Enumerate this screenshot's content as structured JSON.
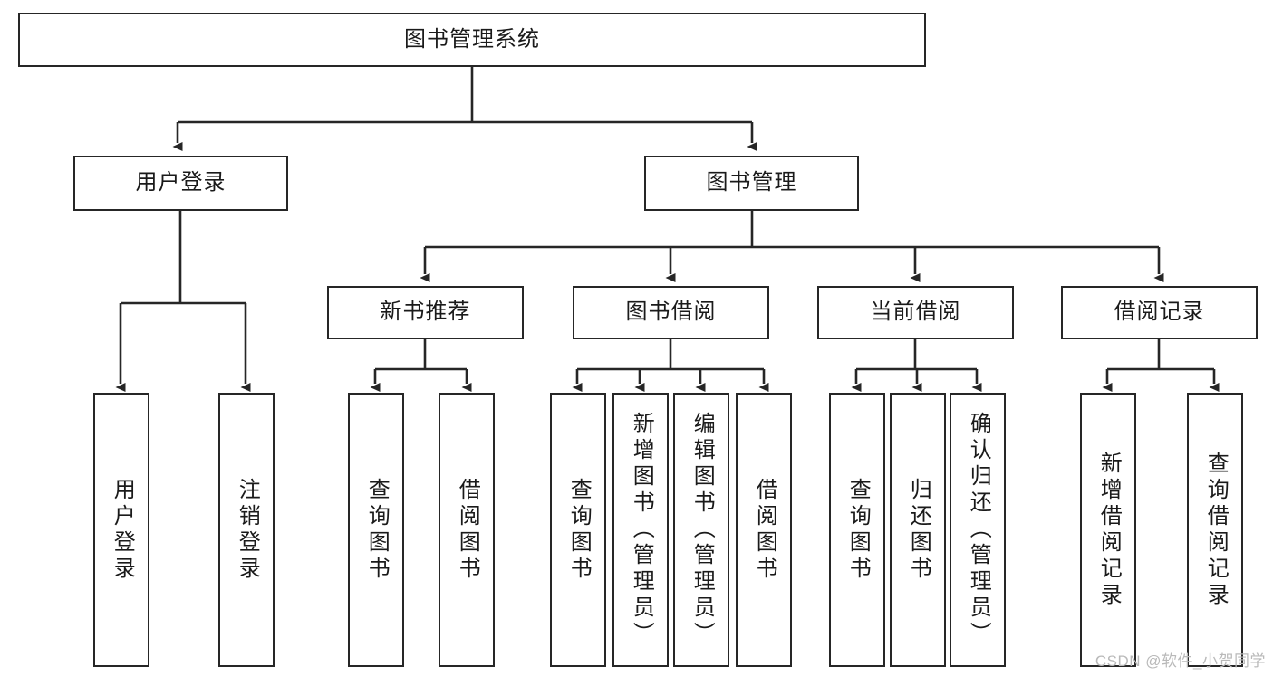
{
  "diagram": {
    "title": "图书管理系统",
    "watermark": "CSDN @软件_小贺同学",
    "colors": {
      "stroke": "#262626",
      "text": "#1a1a1a",
      "background": "#ffffff",
      "watermark": "#b9b9b9"
    },
    "nodes": {
      "root": {
        "label": "图书管理系统"
      },
      "level2": [
        {
          "id": "user-login",
          "label": "用户登录"
        },
        {
          "id": "book-manage",
          "label": "图书管理"
        }
      ],
      "level3": [
        {
          "id": "new-book-recommend",
          "label": "新书推荐"
        },
        {
          "id": "book-borrow",
          "label": "图书借阅"
        },
        {
          "id": "current-borrow",
          "label": "当前借阅"
        },
        {
          "id": "borrow-record",
          "label": "借阅记录"
        }
      ],
      "leaves": {
        "user_login": [
          {
            "id": "leaf-user-login",
            "label": "用户登录"
          },
          {
            "id": "leaf-user-logout",
            "label": "注销登录"
          }
        ],
        "new_book_recommend": [
          {
            "id": "leaf-query-book-1",
            "label": "查询图书"
          },
          {
            "id": "leaf-borrow-book-1",
            "label": "借阅图书"
          }
        ],
        "book_borrow": [
          {
            "id": "leaf-query-book-2",
            "label": "查询图书"
          },
          {
            "id": "leaf-add-book",
            "label": "新增图书（管理员）"
          },
          {
            "id": "leaf-edit-book",
            "label": "编辑图书（管理员）"
          },
          {
            "id": "leaf-borrow-book-2",
            "label": "借阅图书"
          }
        ],
        "current_borrow": [
          {
            "id": "leaf-query-book-3",
            "label": "查询图书"
          },
          {
            "id": "leaf-return-book",
            "label": "归还图书"
          },
          {
            "id": "leaf-confirm-return",
            "label": "确认归还（管理员）"
          }
        ],
        "borrow_record": [
          {
            "id": "leaf-add-record",
            "label": "新增借阅记录"
          },
          {
            "id": "leaf-query-record",
            "label": "查询借阅记录"
          }
        ]
      }
    }
  }
}
